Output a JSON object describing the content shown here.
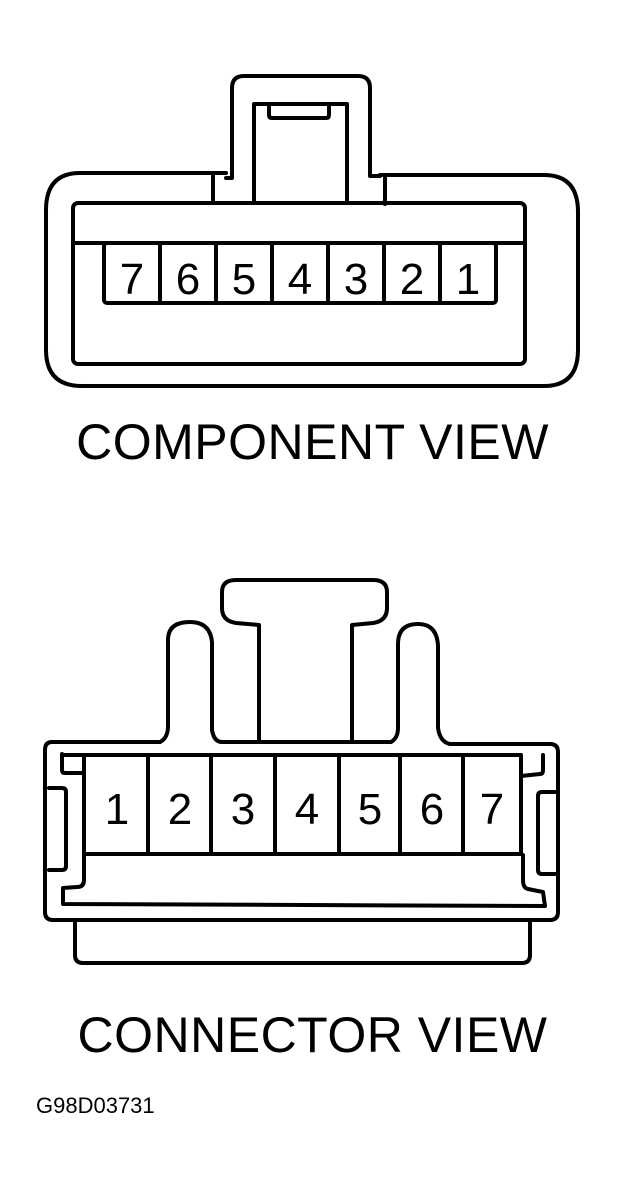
{
  "component_view": {
    "caption": "COMPONENT VIEW",
    "pins": [
      "7",
      "6",
      "5",
      "4",
      "3",
      "2",
      "1"
    ]
  },
  "connector_view": {
    "caption": "CONNECTOR VIEW",
    "pins": [
      "1",
      "2",
      "3",
      "4",
      "5",
      "6",
      "7"
    ]
  },
  "figure_id": "G98D03731",
  "colors": {
    "line": "#000000",
    "background": "#ffffff"
  }
}
